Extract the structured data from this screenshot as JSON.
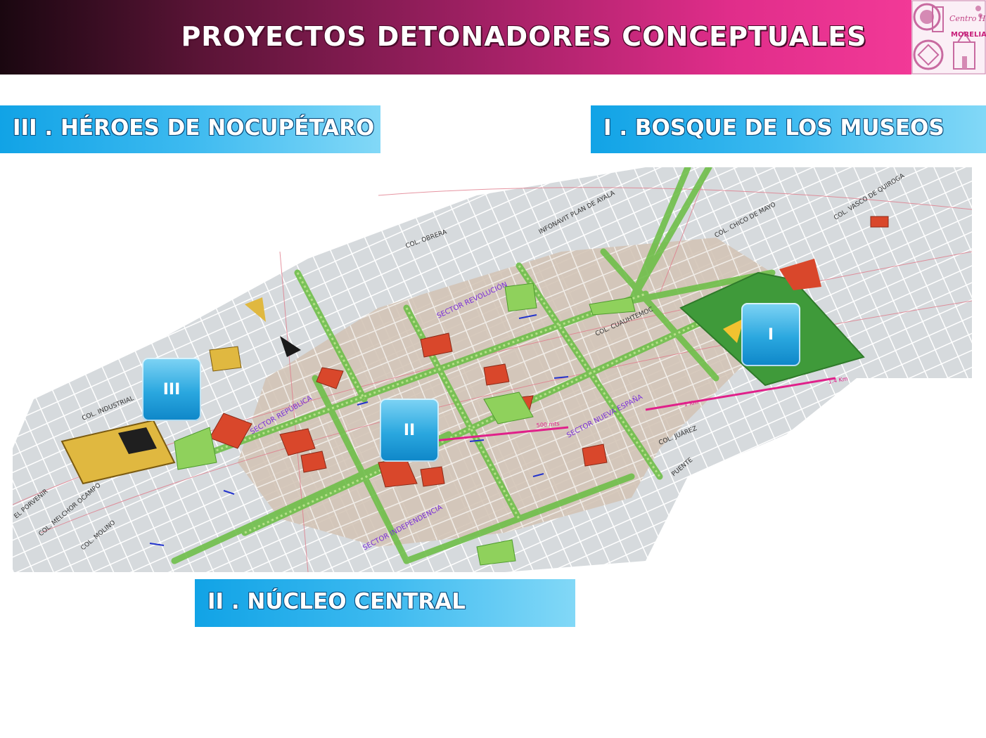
{
  "header": {
    "title": "PROYECTOS DETONADORES CONCEPTUALES",
    "logo": {
      "text_main": "Centro Histórico",
      "text_city": "MORELIA"
    }
  },
  "banners": {
    "heroes": "III . HÉROES DE NOCUPÉTARO",
    "bosque": "I . BOSQUE DE LOS MUSEOS",
    "nucleo": "II . NÚCLEO CENTRAL"
  },
  "markers": {
    "one": "I",
    "two": "II",
    "three": "III"
  },
  "map_labels": {
    "col_obrera": "COL. OBRERA",
    "plan_de_ayala": "INFONAVIT PLAN DE AYALA",
    "chico_de_mayo": "COL. CHICO DE MAYO",
    "vasco_de_quiroga": "COL. VASCO DE QUIROGA",
    "sector_revolucion": "SECTOR REVOLUCIÓN",
    "sector_republica": "SECTOR REPÚBLICA",
    "sector_nueva_espana": "SECTOR NUEVA ESPAÑA",
    "sector_independencia": "SECTOR INDEPENDENCIA",
    "col_industrial": "COL. INDUSTRIAL",
    "col_juarez": "COL. JUÁREZ",
    "col_cuauhtemoc": "COL. CUAUHTEMOC",
    "el_porvenir": "EL PORVENIR",
    "melchor_ocampo": "COL. MELCHOR OCAMPO",
    "col_molino": "COL. MOLINO",
    "puente": "PUENTE",
    "dist_500": "500 mts",
    "dist_1km": "1 Km",
    "dist_14km": "1.4 Km"
  },
  "colors": {
    "map_background": "#d9dde0",
    "historic_core": "#d8c8b8",
    "street": "#ffffff",
    "green_corridor": "#5cb040",
    "monument": "#d9472b",
    "sector_label": "#7a2fd8",
    "route_magenta": "#e0208a",
    "banner_blue": "#11a3e6"
  }
}
